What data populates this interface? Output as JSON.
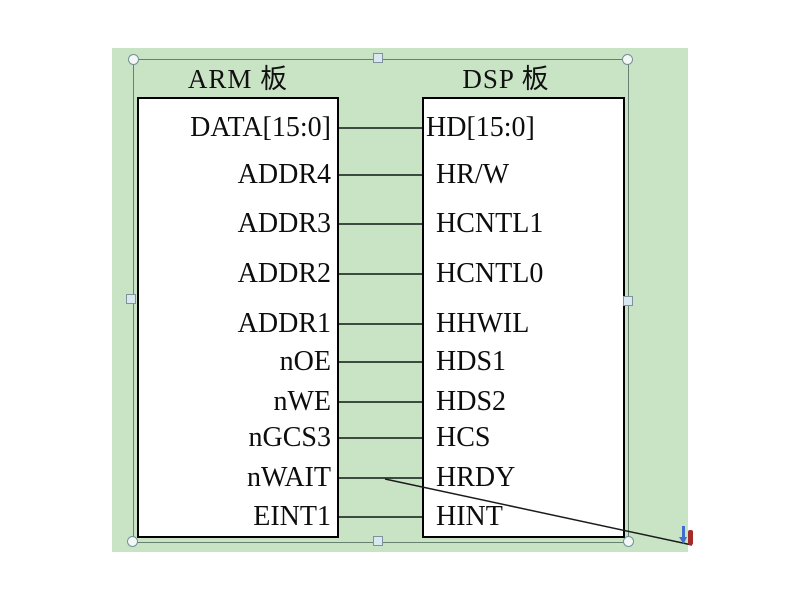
{
  "canvas": {
    "background_color": "#c9e4c5",
    "page_color": "#ffffff"
  },
  "diagram": {
    "left_board": {
      "title": "ARM 板",
      "signals": [
        "DATA[15:0]",
        "ADDR4",
        "ADDR3",
        "ADDR2",
        "ADDR1",
        "nOE",
        "nWE",
        "nGCS3",
        "nWAIT",
        "EINT1"
      ]
    },
    "right_board": {
      "title": "DSP 板",
      "signals": [
        "HD[15:0]",
        "HR/W",
        "HCNTL1",
        "HCNTL0",
        "HHWIL",
        "HDS1",
        "HDS2",
        "HCS",
        "HRDY",
        "HINT"
      ]
    },
    "connections": [
      {
        "from": "DATA[15:0]",
        "to": "HD[15:0]"
      },
      {
        "from": "ADDR4",
        "to": "HR/W"
      },
      {
        "from": "ADDR3",
        "to": "HCNTL1"
      },
      {
        "from": "ADDR2",
        "to": "HCNTL0"
      },
      {
        "from": "ADDR1",
        "to": "HHWIL"
      },
      {
        "from": "nOE",
        "to": "HDS1"
      },
      {
        "from": "nWE",
        "to": "HDS2"
      },
      {
        "from": "nGCS3",
        "to": "HCS"
      },
      {
        "from": "nWAIT",
        "to": "HRDY"
      },
      {
        "from": "EINT1",
        "to": "HINT"
      }
    ]
  },
  "selection": {
    "corner_handle_shape": "circle",
    "edge_handle_shape": "square",
    "outline_color": "#68806e",
    "handle_fill_color": "#d9e7f0",
    "handle_border_color": "#7e929c"
  },
  "colors": {
    "box_border": "#000000",
    "box_fill": "#ffffff",
    "text": "#0d0d0d",
    "connector_line": "#3c4a40"
  }
}
